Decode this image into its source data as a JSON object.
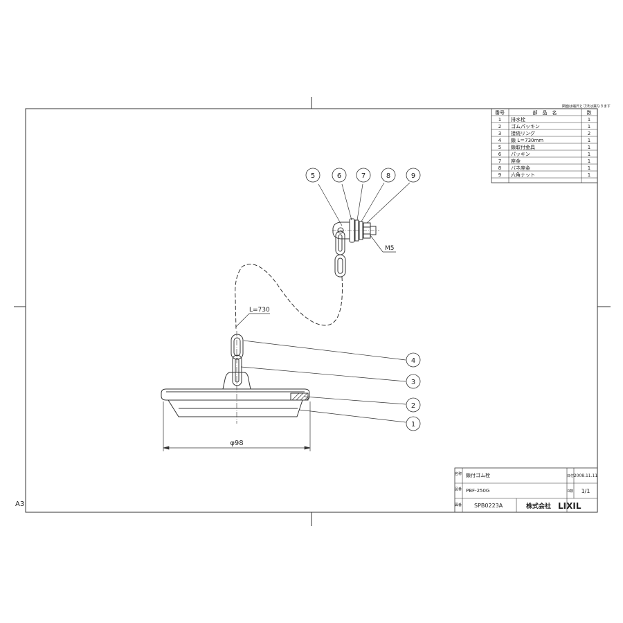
{
  "sheet": {
    "size_label": "A3"
  },
  "parts_table": {
    "note": "図面は縮尺と寸法は異なります",
    "headers": {
      "no": "番号",
      "name": "部　品　名",
      "qty": "数"
    },
    "rows": [
      {
        "no": "1",
        "name": "排水栓",
        "qty": "1"
      },
      {
        "no": "2",
        "name": "ゴムパッキン",
        "qty": "1"
      },
      {
        "no": "3",
        "name": "接続リング",
        "qty": "2"
      },
      {
        "no": "4",
        "name": "鎖 L＝730mm",
        "qty": "1"
      },
      {
        "no": "5",
        "name": "鎖取付金具",
        "qty": "1"
      },
      {
        "no": "6",
        "name": "パッキン",
        "qty": "1"
      },
      {
        "no": "7",
        "name": "座金",
        "qty": "1"
      },
      {
        "no": "8",
        "name": "バネ座金",
        "qty": "1"
      },
      {
        "no": "9",
        "name": "六角ナット",
        "qty": "1"
      }
    ]
  },
  "drawing": {
    "callouts": [
      "1",
      "2",
      "3",
      "4",
      "5",
      "6",
      "7",
      "8",
      "9"
    ],
    "chain_length_label": "L=730",
    "thread_label": "M5",
    "diameter_label": "φ98"
  },
  "title_block": {
    "name_label": "名称",
    "product_name": "鎖付ゴム栓",
    "part_no_label": "品番",
    "part_no": "PBF-250G",
    "drawing_no_label": "図番",
    "drawing_no": "SPB0223A",
    "date_label": "日付",
    "date": "2008.11.11",
    "page_label": "R数",
    "page": "1/1",
    "company_prefix": "株式会社",
    "company": "LIXIL"
  }
}
